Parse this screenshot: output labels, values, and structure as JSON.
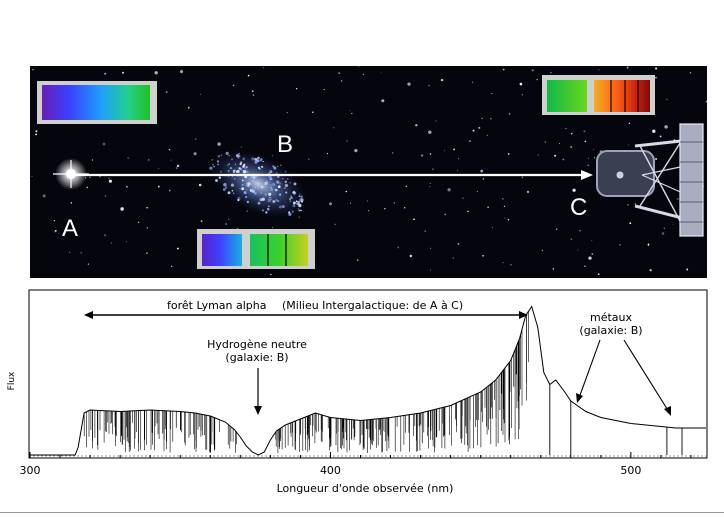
{
  "scene": {
    "point_labels": {
      "source": "A",
      "galaxy": "B",
      "observer": "C"
    },
    "colors": {
      "sky": "#05060d",
      "star_glow": "#ffffff",
      "galaxy": "#8fb0ff",
      "ray": "#ffffff",
      "label": "#ffffff"
    },
    "icons": [
      "quasar-star-icon",
      "galaxy-icon",
      "telescope-icon",
      "spectrum-swatch-icon"
    ]
  },
  "chart_data": {
    "type": "line",
    "xlabel": "Longueur d'onde observée (nm)",
    "ylabel": "Flux",
    "xlim": [
      300,
      525
    ],
    "ylim": [
      0,
      1
    ],
    "x_ticks": [
      300,
      400,
      500
    ],
    "x_tick_labels": [
      "300",
      "400",
      "500"
    ],
    "grid": false,
    "series": [
      {
        "x": [
          315,
          316,
          318,
          320,
          330,
          340,
          350,
          355,
          360,
          365,
          368,
          370,
          372,
          374,
          376,
          378,
          380,
          382,
          385,
          390,
          395,
          400,
          410,
          420,
          430,
          440,
          450,
          455,
          460,
          463,
          465,
          467,
          469,
          471,
          473,
          475,
          478,
          480,
          485,
          490,
          495,
          500,
          505,
          510,
          515,
          520,
          523
        ],
        "y": [
          0.0,
          0.05,
          0.28,
          0.3,
          0.29,
          0.3,
          0.29,
          0.28,
          0.26,
          0.22,
          0.17,
          0.12,
          0.06,
          0.02,
          0.0,
          0.02,
          0.1,
          0.16,
          0.2,
          0.24,
          0.28,
          0.25,
          0.23,
          0.25,
          0.28,
          0.33,
          0.42,
          0.5,
          0.63,
          0.78,
          0.93,
          0.99,
          0.85,
          0.55,
          0.47,
          0.5,
          0.42,
          0.36,
          0.29,
          0.25,
          0.23,
          0.21,
          0.2,
          0.19,
          0.18,
          0.18,
          0.18
        ]
      }
    ],
    "absorption_lines_nm": [
      473,
      480,
      512,
      517
    ],
    "annotations": [
      {
        "text": "forêt Lyman alpha",
        "text2": "(Milieu Intergalactique: de A à C)",
        "x_from": 318,
        "x_to": 466
      },
      {
        "text": "Hydrogène neutre",
        "text2": "(galaxie: B)",
        "x": 376
      },
      {
        "text": "métaux",
        "text2": "(galaxie: B)",
        "targets": [
          484,
          513
        ]
      }
    ],
    "colors": {
      "line": "#000000",
      "axes": "#000000",
      "baseline": "#777777"
    }
  }
}
